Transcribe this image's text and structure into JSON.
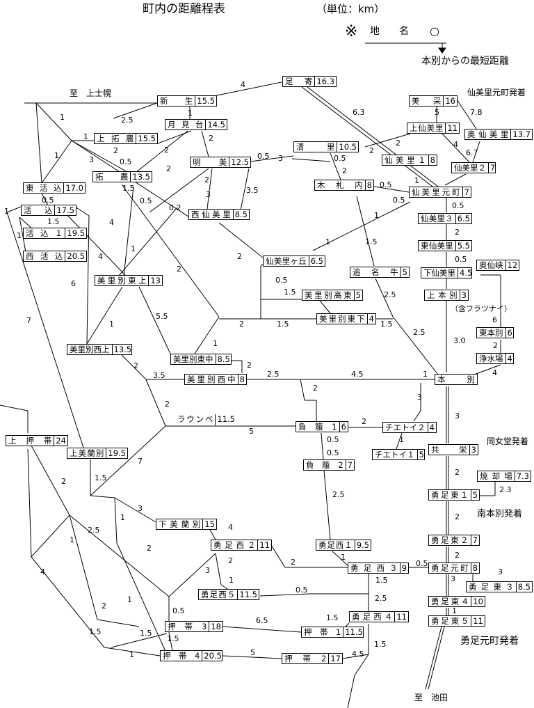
{
  "header": {
    "title": "町内の距離程表",
    "unit": "（単位：km）",
    "legend_mark": "※",
    "legend_name": "地　　名",
    "legend_circle": "○",
    "legend_note": "本別からの最短距離"
  },
  "places": [
    {
      "name": "足　寄",
      "dist": "16.3"
    },
    {
      "name": "新　　生",
      "dist": "15.5"
    },
    {
      "name": "月見台",
      "dist": "14.5"
    },
    {
      "name": "上拓農",
      "dist": "15.5"
    },
    {
      "name": "明　　美",
      "dist": "12.5"
    },
    {
      "name": "拓　　農",
      "dist": "13.5"
    },
    {
      "name": "清　　里",
      "dist": "10.5"
    },
    {
      "name": "木札内",
      "dist": "8"
    },
    {
      "name": "仙美里１",
      "dist": "8"
    },
    {
      "name": "美　采",
      "dist": "16"
    },
    {
      "name": "上仙美里",
      "dist": "11"
    },
    {
      "name": "奥仙美里",
      "dist": "13.7"
    },
    {
      "name": "仙美里２",
      "dist": "7"
    },
    {
      "name": "仙美里元町",
      "dist": "7"
    },
    {
      "name": "東活込",
      "dist": "17.0"
    },
    {
      "name": "活込",
      "dist": "17.5"
    },
    {
      "name": "活込１",
      "dist": "19.5"
    },
    {
      "name": "西活込",
      "dist": "20.5"
    },
    {
      "name": "西仙美里",
      "dist": "8.5"
    },
    {
      "name": "仙美里３",
      "dist": "6.5"
    },
    {
      "name": "東仙美里",
      "dist": "5.5"
    },
    {
      "name": "仙美里ヶ丘",
      "dist": "6.5"
    },
    {
      "name": "追名牛",
      "dist": "5"
    },
    {
      "name": "下仙美里",
      "dist": "4.5"
    },
    {
      "name": "上本別",
      "dist": "3"
    },
    {
      "name": "奥仙峡",
      "dist": "12"
    },
    {
      "name": "美里別東上",
      "dist": "13"
    },
    {
      "name": "美里別高東",
      "dist": "5"
    },
    {
      "name": "美里別東下",
      "dist": "4"
    },
    {
      "name": "東本別",
      "dist": "6"
    },
    {
      "name": "浄水場",
      "dist": "4"
    },
    {
      "name": "美里別西上",
      "dist": "13.5"
    },
    {
      "name": "美里別東中",
      "dist": "8.5"
    },
    {
      "name": "美里別西中",
      "dist": "8"
    },
    {
      "name": "本　別",
      "dist": ""
    },
    {
      "name": "ラウンベ",
      "dist": "11.5"
    },
    {
      "name": "負　箙　1",
      "dist": "6"
    },
    {
      "name": "チエトイ２",
      "dist": "4"
    },
    {
      "name": "チエトイ１",
      "dist": "5"
    },
    {
      "name": "上押帯",
      "dist": "24"
    },
    {
      "name": "上美蘭別",
      "dist": "19.5"
    },
    {
      "name": "共　栄",
      "dist": "3"
    },
    {
      "name": "負　箙　2",
      "dist": "7"
    },
    {
      "name": "焼却場",
      "dist": "7.3"
    },
    {
      "name": "勇足東１",
      "dist": "5"
    },
    {
      "name": "下美蘭別",
      "dist": "15"
    },
    {
      "name": "勇足西２",
      "dist": "11"
    },
    {
      "name": "勇足東２",
      "dist": "7"
    },
    {
      "name": "勇足西１",
      "dist": "9.5"
    },
    {
      "name": "勇足西３",
      "dist": "9"
    },
    {
      "name": "勇足元町",
      "dist": "8"
    },
    {
      "name": "勇足東３",
      "dist": "8.5"
    },
    {
      "name": "勇足西５",
      "dist": "11.5"
    },
    {
      "name": "勇足東４",
      "dist": "10"
    },
    {
      "name": "勇足西４",
      "dist": "11"
    },
    {
      "name": "勇足東５",
      "dist": "11"
    },
    {
      "name": "押　帯　3",
      "dist": "18"
    },
    {
      "name": "押　帯　1",
      "dist": "11.5"
    },
    {
      "name": "押　帯　4",
      "dist": "20.5"
    },
    {
      "name": "押　帯　2",
      "dist": "17"
    }
  ],
  "annotations": {
    "to_kamishihoro": "至　上士幌",
    "senbiri_motomachi_start": "仙美里元町発着",
    "futarasunai": "（含フラツナイ）",
    "okamegura_start": "岡女堂発着",
    "minami_honbetsu_start": "南本別発着",
    "isoshi_motomachi_start": "勇足元町発着",
    "to_ikeda": "至　池田"
  },
  "edge_labels": [
    "4",
    "6.3",
    "2.5",
    "1",
    "7.8",
    "5",
    "1",
    "2",
    "1",
    "4",
    "3",
    "0.5",
    "2",
    "1",
    "0.5",
    "2",
    "2",
    "6.7",
    "2",
    "0.5",
    "3",
    "2",
    "0.5",
    "1",
    "3",
    "3.5",
    "2",
    "0.5",
    "0.5",
    "1.5",
    "0.2",
    "1",
    "0.5",
    "2",
    "2",
    "4",
    "1",
    "1.5",
    "1",
    "4",
    "2",
    "1",
    "0.5",
    "1.5",
    "6",
    "0.5",
    "1.5",
    "7",
    "2.5",
    "2",
    "0.5",
    "5.5",
    "2",
    "1.5",
    "6",
    "1",
    "2.5",
    "1",
    "1.5",
    "3.0",
    "1",
    "2",
    "2",
    "2",
    "3.5",
    "2.5",
    "4.5",
    "1",
    "4",
    "2",
    "2",
    "3",
    "3",
    "5",
    "2",
    "0.5",
    "0.5",
    "1",
    "2",
    "1.5",
    "7",
    "2",
    "2.3",
    "2.5",
    "3",
    "2",
    "4",
    "1",
    "2.5",
    "2",
    "1",
    "4",
    "2",
    "3",
    "2",
    "1",
    "2",
    "0.5",
    "3",
    "1",
    "3",
    "1",
    "2",
    "0.5",
    "1.5",
    "2.5",
    "0.5",
    "1.5",
    "1",
    "1.5",
    "6.5",
    "1.5",
    "5",
    "1.5",
    "1",
    "4.5"
  ]
}
